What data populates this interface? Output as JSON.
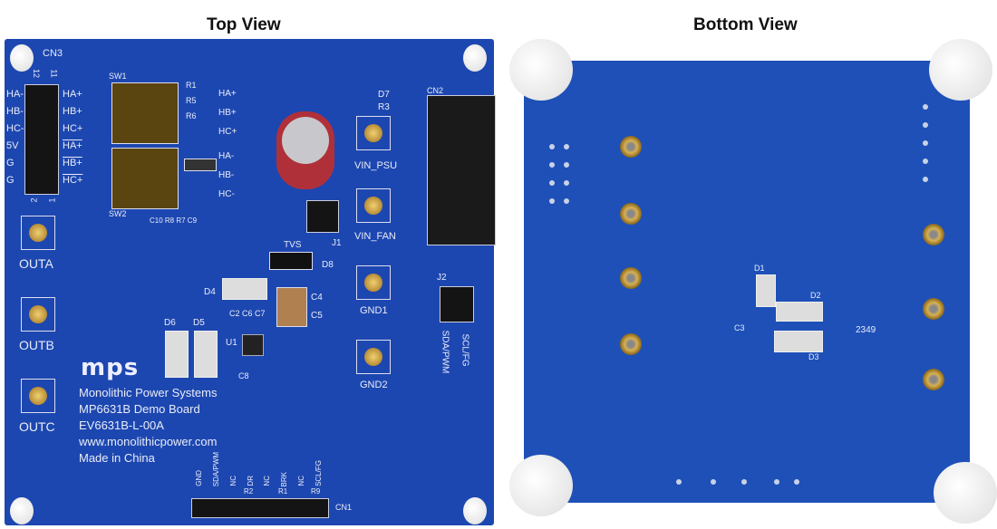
{
  "titles": {
    "top": "Top View",
    "bottom": "Bottom View"
  },
  "top_board": {
    "cn3": {
      "label": "CN3",
      "pin_top": [
        "12",
        "11"
      ],
      "pin_bottom": [
        "2",
        "1"
      ],
      "left": [
        "HA-",
        "HB-",
        "HC-",
        "5V",
        "G",
        "G"
      ],
      "right": [
        "HA+",
        "HB+",
        "HC+",
        "HA+",
        "HB+",
        "HC+"
      ]
    },
    "sw1": "SW1",
    "sw2": "SW2",
    "resistors": [
      "R1",
      "R5",
      "R6"
    ],
    "small_caps": "C10 R8 R7 C9",
    "hall_labels": [
      "HA+",
      "HB+",
      "HC+",
      "HA-",
      "HB-",
      "HC-"
    ],
    "d7": "D7",
    "r3": "R3",
    "cn2": "CN2",
    "vin_psu": "VIN_PSU",
    "vin_fan": "VIN_FAN",
    "j1": "J1",
    "j2": "J2",
    "tvs": "TVS",
    "d8": "D8",
    "d4": "D4",
    "c4": "C4",
    "c5": "C5",
    "c2c6c7": "C2 C6 C7",
    "u1": "U1",
    "c8": "C8",
    "d6": "D6",
    "d5": "D5",
    "gnd1": "GND1",
    "gnd2": "GND2",
    "sda_pwm": "SDA/PWM",
    "scl_fg": "SCL/FG",
    "outs": [
      "OUTA",
      "OUTB",
      "OUTC"
    ],
    "logo": "mps",
    "info": [
      "Monolithic Power Systems",
      "MP6631B Demo Board",
      "EV6631B-L-00A",
      "www.monolithicpower.com",
      "Made in China"
    ],
    "cn1": {
      "label": "CN1",
      "pins": [
        "GND",
        "SDA/PWM",
        "NC",
        "DR",
        "NC",
        "BRK",
        "NC",
        "SCL/FG"
      ],
      "resistors": [
        "R2",
        "R1",
        "R9"
      ]
    }
  },
  "bottom_board": {
    "d1": "D1",
    "d2": "D2",
    "d3": "D3",
    "c3": "C3",
    "code": "2349"
  },
  "colors": {
    "board": "#1d47b0",
    "silkscreen": "#e8ecf8",
    "standoff": "#f2f2f2",
    "capacitor": "#b0303a"
  }
}
